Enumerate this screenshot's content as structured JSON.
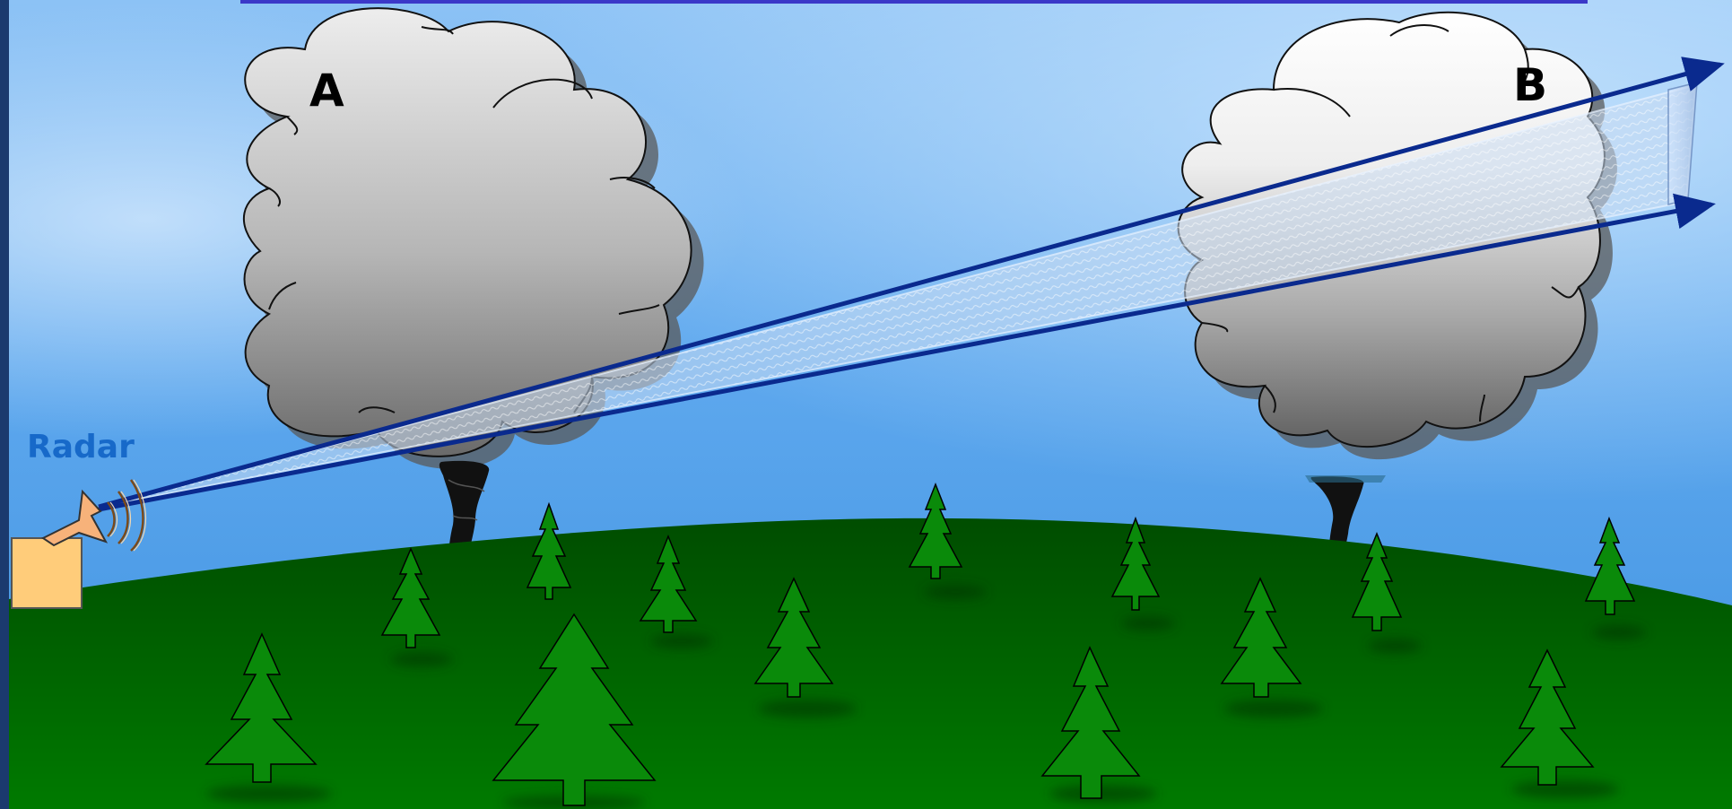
{
  "labels": {
    "cloud_a": "A",
    "cloud_b": "B",
    "radar": "Radar"
  },
  "colors": {
    "sky_top": "#9cc8f6",
    "sky_mid": "#5aa4ec",
    "ground": "#006000",
    "tree_fill": "#0a8a0a",
    "beam": "#0a2a8e",
    "radar_body": "#ffcc7a",
    "radar_text": "#1769c9",
    "left_border": "#1b3a6e"
  },
  "icons": [
    "radar-icon",
    "cloud-icon",
    "tornado-icon",
    "tree-icon",
    "beam-arrow-icon"
  ]
}
